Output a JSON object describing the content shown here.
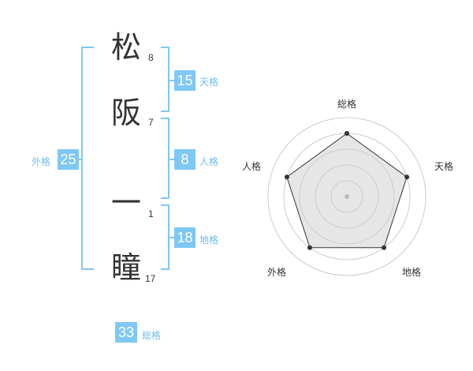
{
  "name": {
    "chars": [
      {
        "char": "松",
        "strokes": "8"
      },
      {
        "char": "阪",
        "strokes": "7"
      },
      {
        "char": "一",
        "strokes": "1"
      },
      {
        "char": "瞳",
        "strokes": "17"
      }
    ]
  },
  "fortunes": {
    "tenkaku": {
      "value": "15",
      "label": "天格"
    },
    "jinkaku": {
      "value": "8",
      "label": "人格"
    },
    "chikaku": {
      "value": "18",
      "label": "地格"
    },
    "gaikaku": {
      "value": "25",
      "label": "外格"
    },
    "soukaku": {
      "value": "33",
      "label": "総格"
    }
  },
  "chart_data": {
    "type": "radar",
    "axes": [
      "総格",
      "天格",
      "地格",
      "外格",
      "人格"
    ],
    "values": [
      4,
      4,
      4,
      4,
      4
    ],
    "max": 5,
    "rings": 5,
    "colors": {
      "fill": "#e6e6e6",
      "stroke": "#333333",
      "grid": "#cccccc",
      "accent": "#7fc8f4"
    }
  }
}
